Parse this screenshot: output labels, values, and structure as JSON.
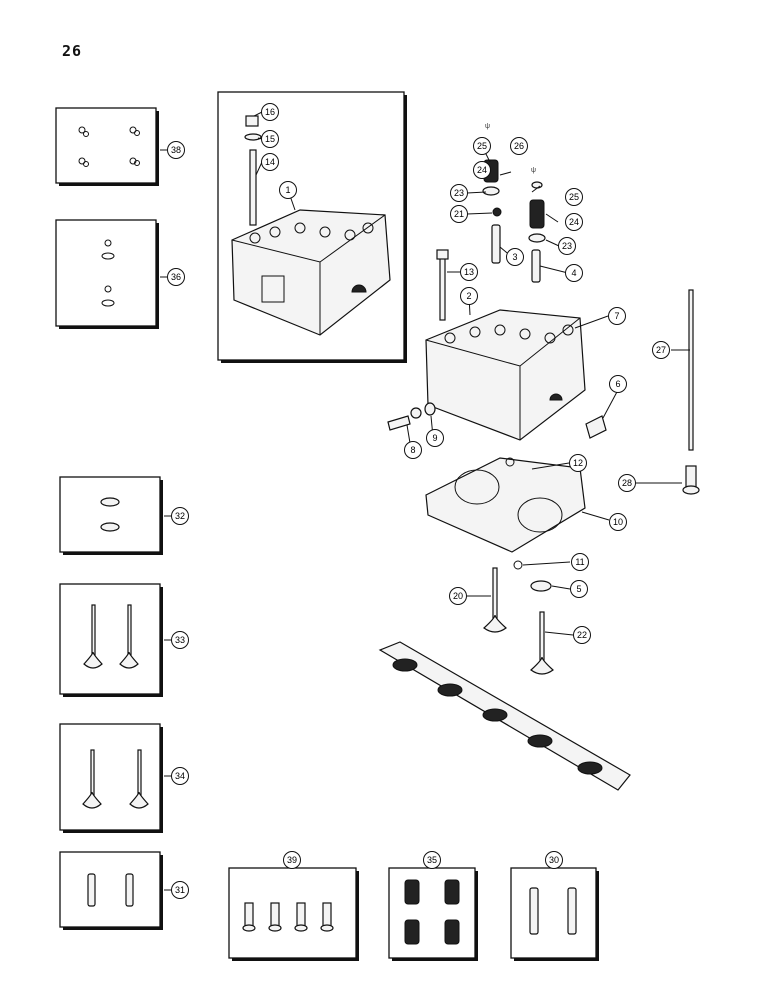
{
  "page_number": "26",
  "callouts": {
    "c38": "38",
    "c36": "36",
    "c32": "32",
    "c33": "33",
    "c34": "34",
    "c31": "31",
    "c39": "39",
    "c35": "35",
    "c30": "30",
    "c16": "16",
    "c15": "15",
    "c14": "14",
    "c1": "1",
    "c25a": "25",
    "c26": "26",
    "c25b": "25",
    "c24a": "24",
    "c24b": "24",
    "c23a": "23",
    "c23b": "23",
    "c21": "21",
    "c3": "3",
    "c4": "4",
    "c13": "13",
    "c2": "2",
    "c7": "7",
    "c27": "27",
    "c6": "6",
    "c9": "9",
    "c8": "8",
    "c12": "12",
    "c28": "28",
    "c10": "10",
    "c11": "11",
    "c5": "5",
    "c20": "20",
    "c22": "22"
  }
}
